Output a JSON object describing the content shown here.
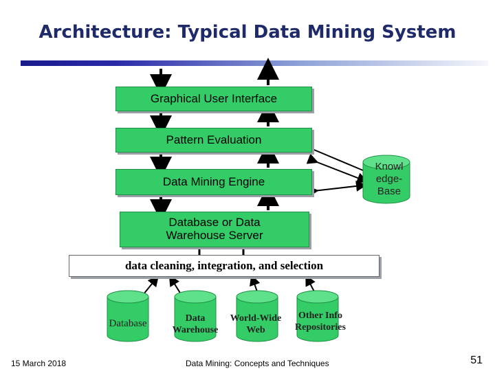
{
  "slide": {
    "title": "Architecture: Typical Data Mining System",
    "boxes": {
      "gui": "Graphical User Interface",
      "pattern_eval": "Pattern Evaluation",
      "mining_engine": "Data Mining Engine",
      "db_server_line1": "Database or Data",
      "db_server_line2": "Warehouse Server"
    },
    "knowledge_base": {
      "line1": "Knowl",
      "line2": "edge-",
      "line3": "Base"
    },
    "integration_strip": "data cleaning, integration, and selection",
    "sources": {
      "database": "Database",
      "data_warehouse_line1": "Data",
      "data_warehouse_line2": "Warehouse",
      "www_line1": "World-Wide",
      "www_line2": "Web",
      "other_line1": "Other Info",
      "other_line2": "Repositories"
    },
    "colors": {
      "box_fill": "#33cc66",
      "cylinder_fill": "#33cc66",
      "title_color": "#1f2a6b"
    },
    "footer": {
      "date": "15 March 2018",
      "center": "Data Mining: Concepts and Techniques",
      "page": "51"
    }
  }
}
